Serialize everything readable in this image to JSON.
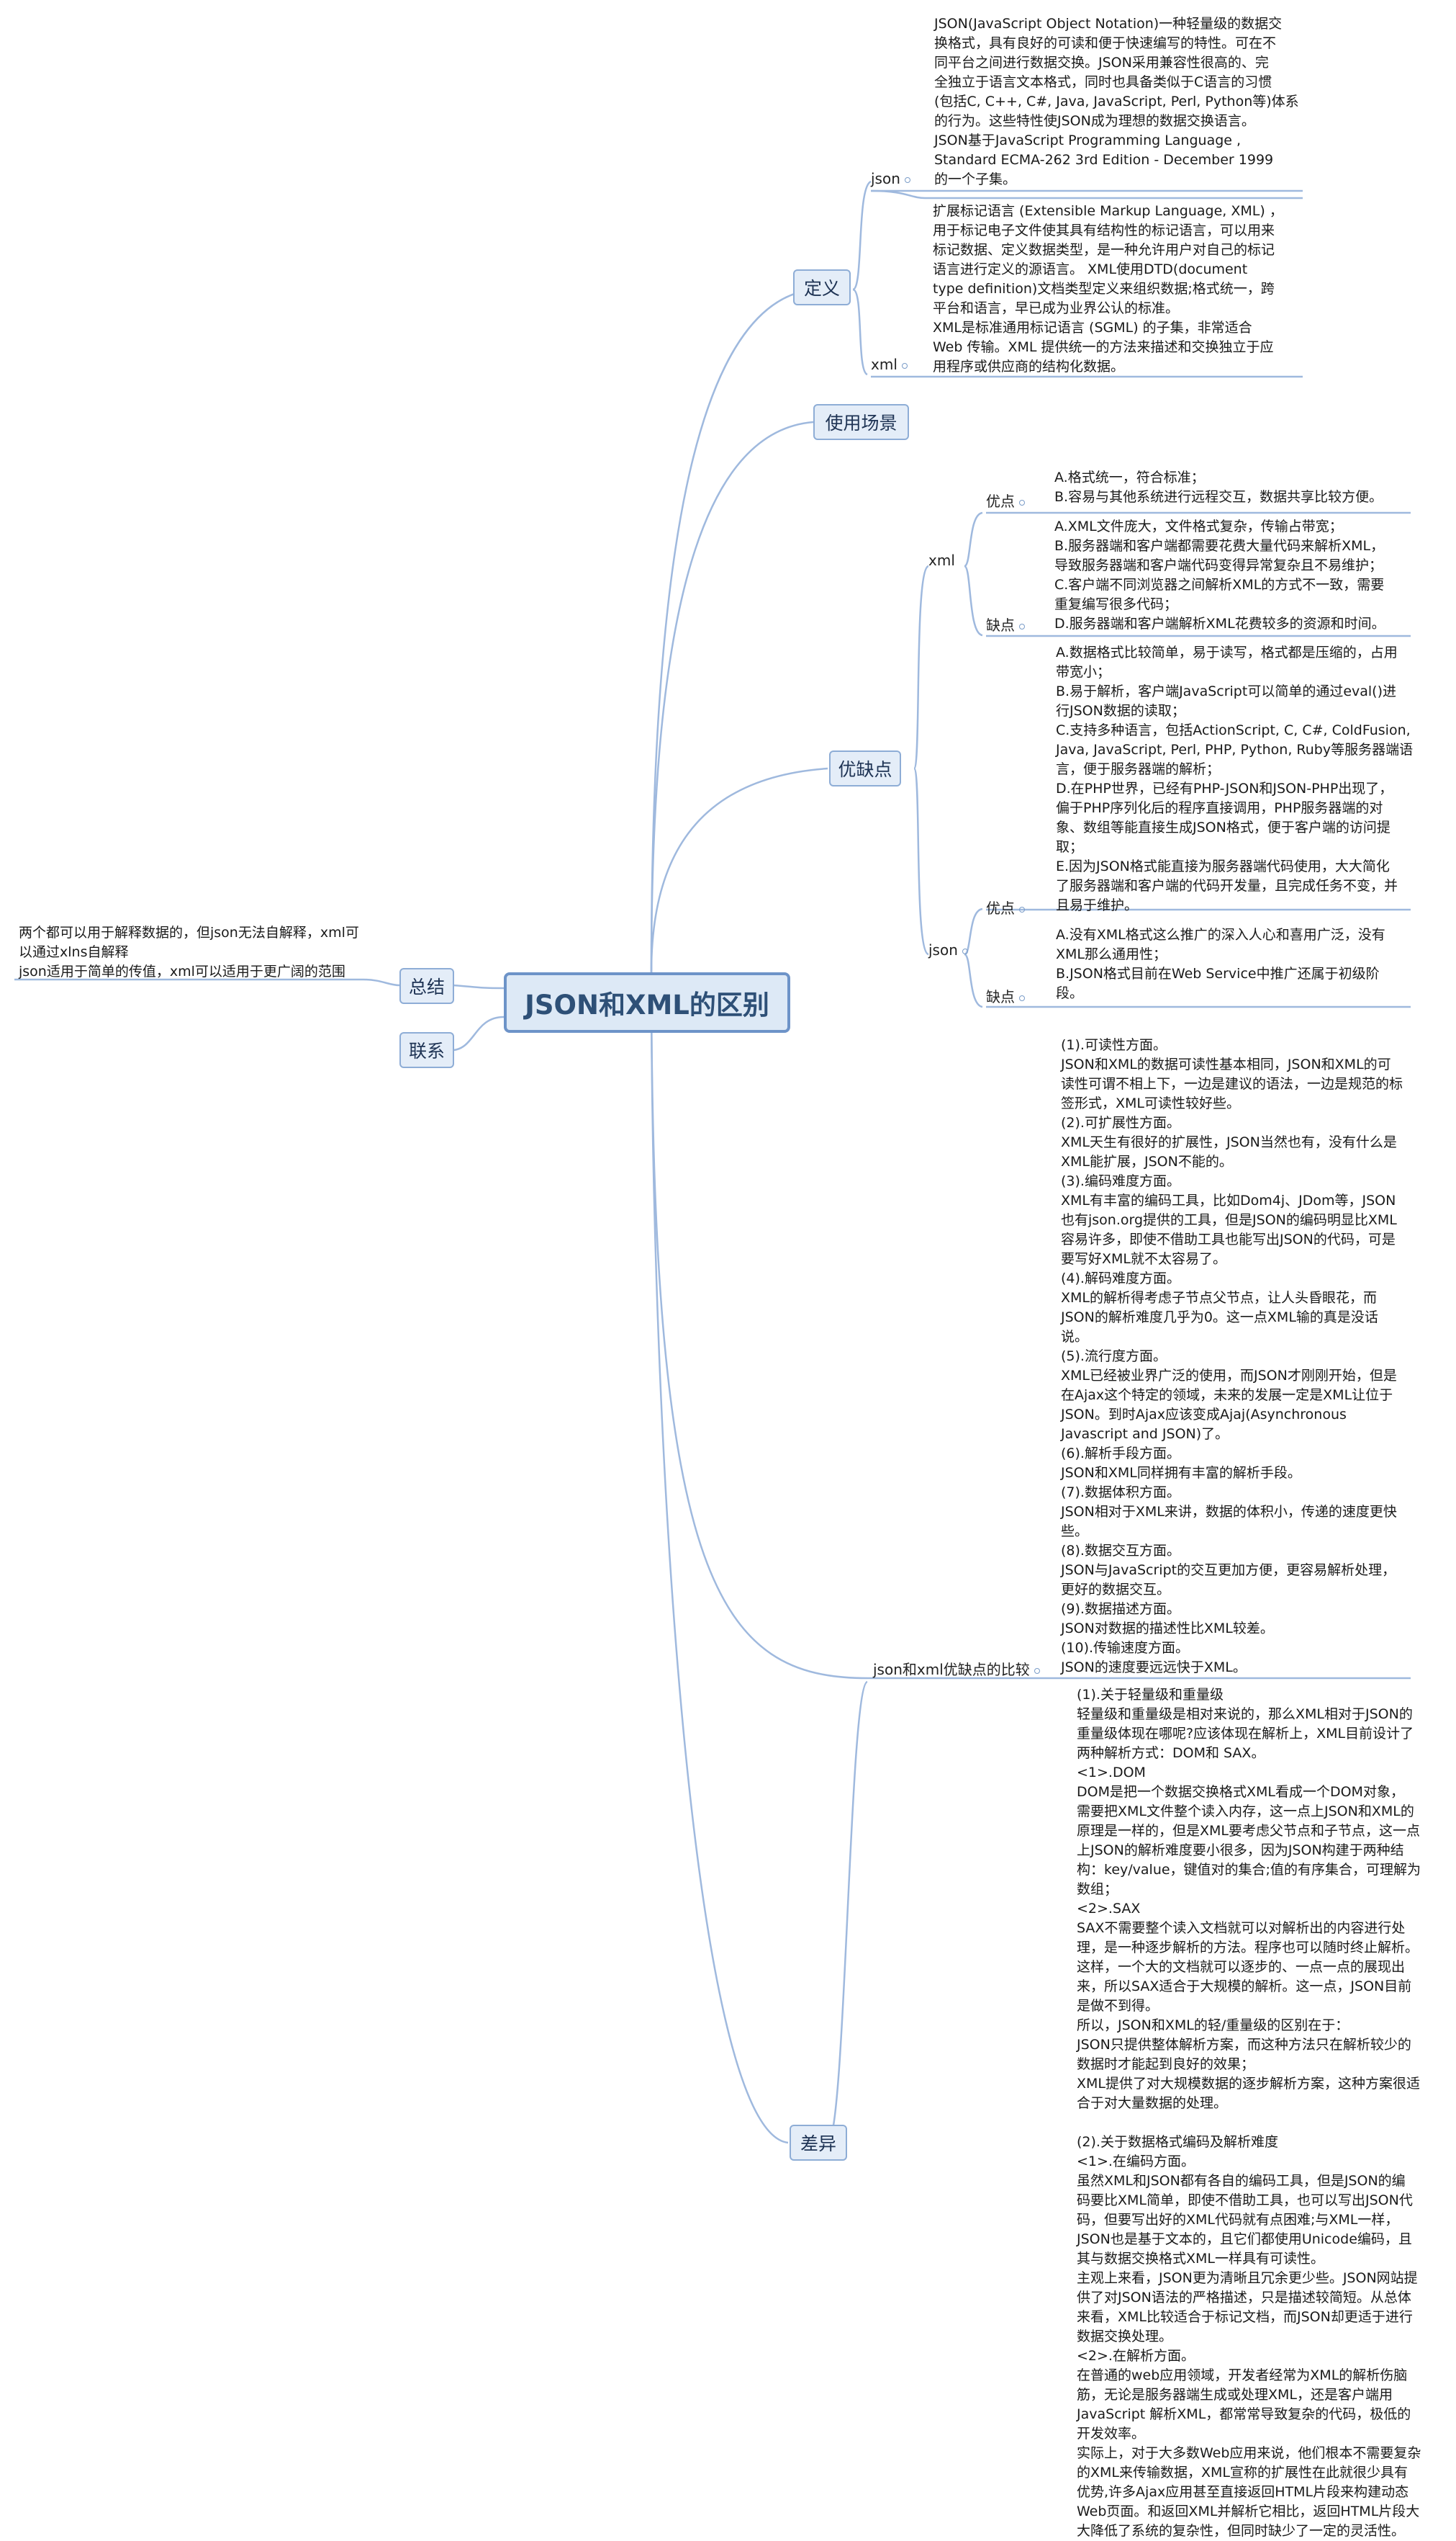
{
  "root": "JSON和XML的区别",
  "topics": {
    "definition": "定义",
    "usage": "使用场景",
    "pros_cons": "优缺点",
    "summary": "总结",
    "relation": "联系",
    "difference": "差异"
  },
  "labels": {
    "json": "json",
    "xml": "xml",
    "pros": "优点",
    "cons": "缺点",
    "comparison": "json和xml优缺点的比较"
  },
  "notes": {
    "def_json": "JSON(JavaScript Object Notation)一种轻量级的数据交\n换格式，具有良好的可读和便于快速编写的特性。可在不\n同平台之间进行数据交换。JSON采用兼容性很高的、完\n全独立于语言文本格式，同时也具备类似于C语言的习惯\n(包括C, C++, C#, Java, JavaScript, Perl, Python等)体系\n的行为。这些特性使JSON成为理想的数据交换语言。\nJSON基于JavaScript Programming Language ,\nStandard ECMA-262 3rd Edition - December 1999\n的一个子集。",
    "def_xml": "扩展标记语言 (Extensible Markup Language, XML) ，\n用于标记电子文件使其具有结构性的标记语言，可以用来\n标记数据、定义数据类型，是一种允许用户对自己的标记\n语言进行定义的源语言。 XML使用DTD(document\ntype definition)文档类型定义来组织数据;格式统一，跨\n平台和语言，早已成为业界公认的标准。\nXML是标准通用标记语言 (SGML) 的子集，非常适合\nWeb 传输。XML 提供统一的方法来描述和交换独立于应\n用程序或供应商的结构化数据。",
    "xml_pros": "A.格式统一，符合标准；\nB.容易与其他系统进行远程交互，数据共享比较方便。",
    "xml_cons": "A.XML文件庞大，文件格式复杂，传输占带宽；\nB.服务器端和客户端都需要花费大量代码来解析XML，\n导致服务器端和客户端代码变得异常复杂且不易维护；\nC.客户端不同浏览器之间解析XML的方式不一致，需要\n重复编写很多代码；\nD.服务器端和客户端解析XML花费较多的资源和时间。",
    "json_pros": "A.数据格式比较简单，易于读写，格式都是压缩的，占用\n带宽小；\nB.易于解析，客户端JavaScript可以简单的通过eval()进\n行JSON数据的读取；\nC.支持多种语言，包括ActionScript, C, C#, ColdFusion,\nJava, JavaScript, Perl, PHP, Python, Ruby等服务器端语\n言，便于服务器端的解析；\nD.在PHP世界，已经有PHP-JSON和JSON-PHP出现了，\n偏于PHP序列化后的程序直接调用，PHP服务器端的对\n象、数组等能直接生成JSON格式，便于客户端的访问提\n取；\nE.因为JSON格式能直接为服务器端代码使用，大大简化\n了服务器端和客户端的代码开发量，且完成任务不变，并\n且易于维护。",
    "json_cons": "A.没有XML格式这么推广的深入人心和喜用广泛，没有\nXML那么通用性；\nB.JSON格式目前在Web Service中推广还属于初级阶\n段。",
    "summary_note": "两个都可以用于解释数据的，但json无法自解释，xml可\n以通过xlns自解释\njson适用于简单的传值，xml可以适用于更广阔的范围",
    "comparison_note": "(1).可读性方面。\nJSON和XML的数据可读性基本相同，JSON和XML的可\n读性可谓不相上下，一边是建议的语法，一边是规范的标\n签形式，XML可读性较好些。\n(2).可扩展性方面。\nXML天生有很好的扩展性，JSON当然也有，没有什么是\nXML能扩展，JSON不能的。\n(3).编码难度方面。\nXML有丰富的编码工具，比如Dom4j、JDom等，JSON\n也有json.org提供的工具，但是JSON的编码明显比XML\n容易许多，即使不借助工具也能写出JSON的代码，可是\n要写好XML就不太容易了。\n(4).解码难度方面。\nXML的解析得考虑子节点父节点，让人头昏眼花，而\nJSON的解析难度几乎为0。这一点XML输的真是没话\n说。\n(5).流行度方面。\nXML已经被业界广泛的使用，而JSON才刚刚开始，但是\n在Ajax这个特定的领域，未来的发展一定是XML让位于\nJSON。到时Ajax应该变成Ajaj(Asynchronous\nJavascript and JSON)了。\n(6).解析手段方面。\nJSON和XML同样拥有丰富的解析手段。\n(7).数据体积方面。\nJSON相对于XML来讲，数据的体积小，传递的速度更快\n些。\n(8).数据交互方面。\nJSON与JavaScript的交互更加方便，更容易解析处理，\n更好的数据交互。\n(9).数据描述方面。\nJSON对数据的描述性比XML较差。\n(10).传输速度方面。\nJSON的速度要远远快于XML。",
    "difference_note": "(1).关于轻量级和重量级\n轻量级和重量级是相对来说的，那么XML相对于JSON的\n重量级体现在哪呢?应该体现在解析上，XML目前设计了\n两种解析方式：DOM和 SAX。\n<1>.DOM\nDOM是把一个数据交换格式XML看成一个DOM对象，\n需要把XML文件整个读入内存，这一点上JSON和XML的\n原理是一样的，但是XML要考虑父节点和子节点，这一点\n上JSON的解析难度要小很多，因为JSON构建于两种结\n构：key/value，键值对的集合;值的有序集合，可理解为\n数组；\n<2>.SAX\nSAX不需要整个读入文档就可以对解析出的内容进行处\n理，是一种逐步解析的方法。程序也可以随时终止解析。\n这样，一个大的文档就可以逐步的、一点一点的展现出\n来，所以SAX适合于大规模的解析。这一点，JSON目前\n是做不到得。\n所以，JSON和XML的轻/重量级的区别在于：\nJSON只提供整体解析方案，而这种方法只在解析较少的\n数据时才能起到良好的效果；\nXML提供了对大规模数据的逐步解析方案，这种方案很适\n合于对大量数据的处理。\n\n(2).关于数据格式编码及解析难度\n<1>.在编码方面。\n虽然XML和JSON都有各自的编码工具，但是JSON的编\n码要比XML简单，即使不借助工具，也可以写出JSON代\n码，但要写出好的XML代码就有点困难;与XML一样，\nJSON也是基于文本的，且它们都使用Unicode编码，且\n其与数据交换格式XML一样具有可读性。\n主观上来看，JSON更为清晰且冗余更少些。JSON网站提\n供了对JSON语法的严格描述，只是描述较简短。从总体\n来看，XML比较适合于标记文档，而JSON却更适于进行\n数据交换处理。\n<2>.在解析方面。\n在普通的web应用领域，开发者经常为XML的解析伤脑\n筋，无论是服务器端生成或处理XML，还是客户端用\nJavaScript 解析XML，都常常导致复杂的代码，极低的\n开发效率。\n实际上，对于大多数Web应用来说，他们根本不需要复杂\n的XML来传输数据，XML宣称的扩展性在此就很少具有\n优势,许多Ajax应用甚至直接返回HTML片段来构建动态\nWeb页面。和返回XML并解析它相比，返回HTML片段大\n大降低了系统的复杂性，但同时缺少了一定的灵活性。"
  }
}
